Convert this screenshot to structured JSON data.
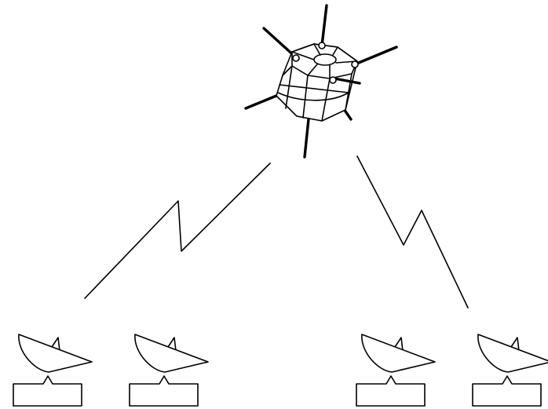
{
  "diagram": {
    "type": "satellite-communication",
    "satellite": {
      "icon": "satellite-icon",
      "antennas": 8
    },
    "links": [
      {
        "icon": "radio-link-icon",
        "from": "ground-station-group-left",
        "to": "satellite"
      },
      {
        "icon": "radio-link-icon",
        "from": "satellite",
        "to": "ground-station-group-right"
      }
    ],
    "ground_stations": [
      {
        "icon": "dish-antenna-icon",
        "group": "left"
      },
      {
        "icon": "dish-antenna-icon",
        "group": "left"
      },
      {
        "icon": "dish-antenna-icon",
        "group": "right"
      },
      {
        "icon": "dish-antenna-icon",
        "group": "right"
      }
    ],
    "colors": {
      "line": "#000000",
      "background": "#ffffff"
    }
  }
}
